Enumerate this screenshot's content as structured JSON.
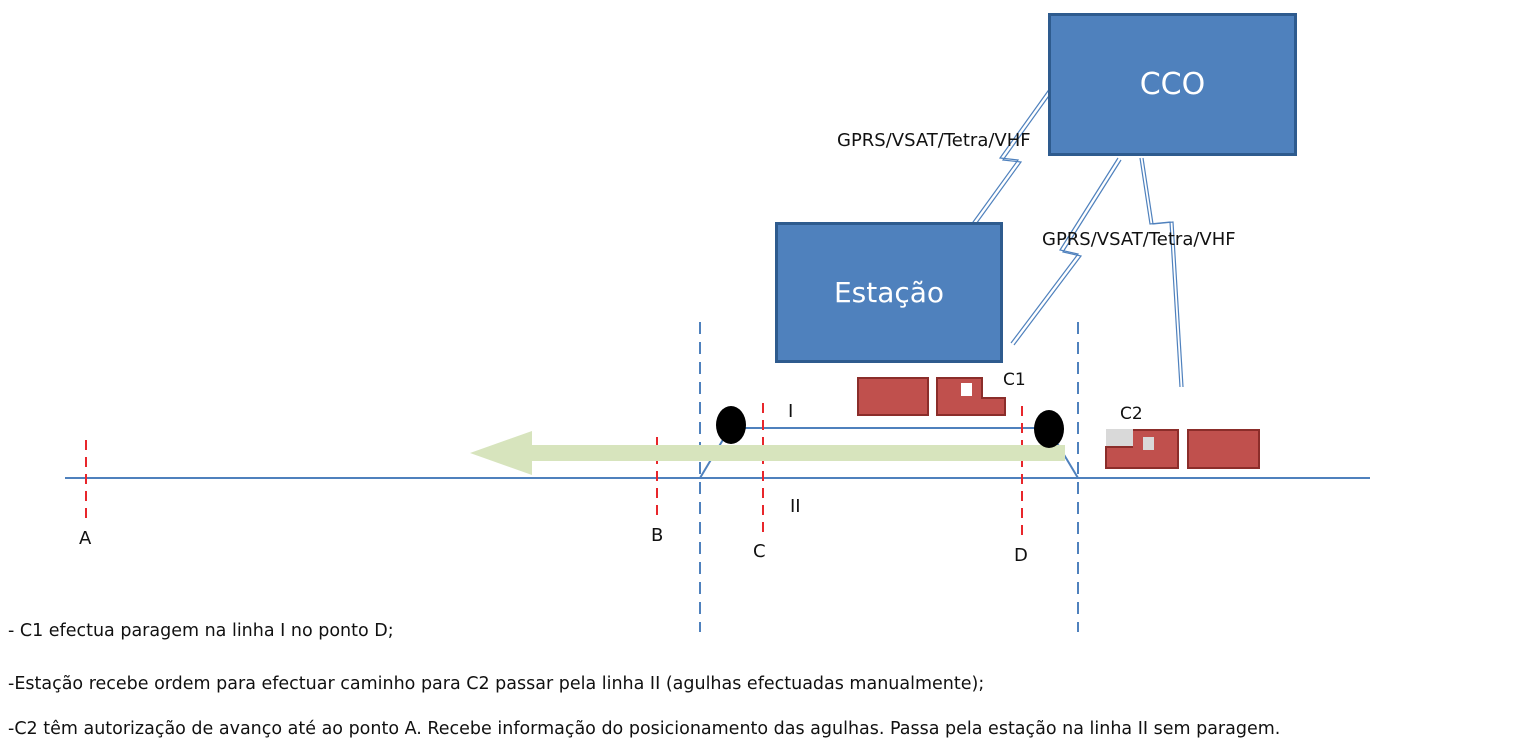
{
  "nodes": {
    "cco": "CCO",
    "station": "Estação"
  },
  "links": {
    "upper": "GPRS/VSAT/Tetra/VHF",
    "lower": "GPRS/VSAT/Tetra/VHF"
  },
  "tracks": {
    "line_I": "I",
    "line_II": "II"
  },
  "trains": {
    "c1": "C1",
    "c2": "C2"
  },
  "points": {
    "a": "A",
    "b": "B",
    "c": "C",
    "d": "D"
  },
  "notes": [
    "- C1 efectua paragem na linha I no ponto D;",
    "-Estação recebe ordem para efectuar caminho para C2 passar pela linha II (agulhas efectuadas manualmente);",
    "-C2 têm autorização de avanço até ao ponto A. Recebe informação do posicionamento das agulhas. Passa pela estação na linha II sem paragem."
  ],
  "colors": {
    "box_fill": "#4f81bd",
    "box_border": "#2e5b8e",
    "track": "#4f81bd",
    "point_marker": "#e8262b",
    "train": "#c0504d",
    "train_border": "#8b2d2a",
    "route_arrow": "#d7e4bd"
  }
}
